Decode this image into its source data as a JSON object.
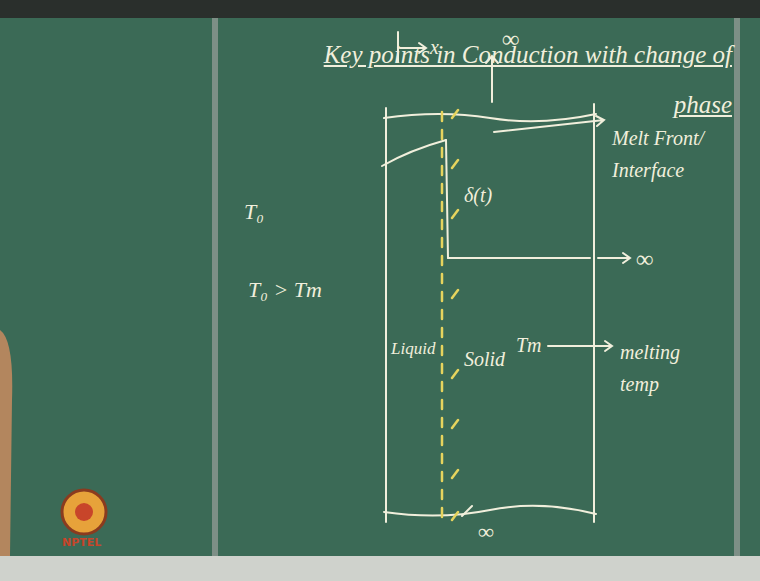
{
  "diagram": {
    "title": "Key points in Conduction with change of phase",
    "labels": [
      "x",
      "∞",
      "Melt Front/ Interface",
      "δ(t)",
      "T₀",
      "∞",
      "T₀ > Tm",
      "Liquid",
      "Solid",
      "Tm",
      "melting temp",
      "∞",
      "NPTEL"
    ]
  }
}
